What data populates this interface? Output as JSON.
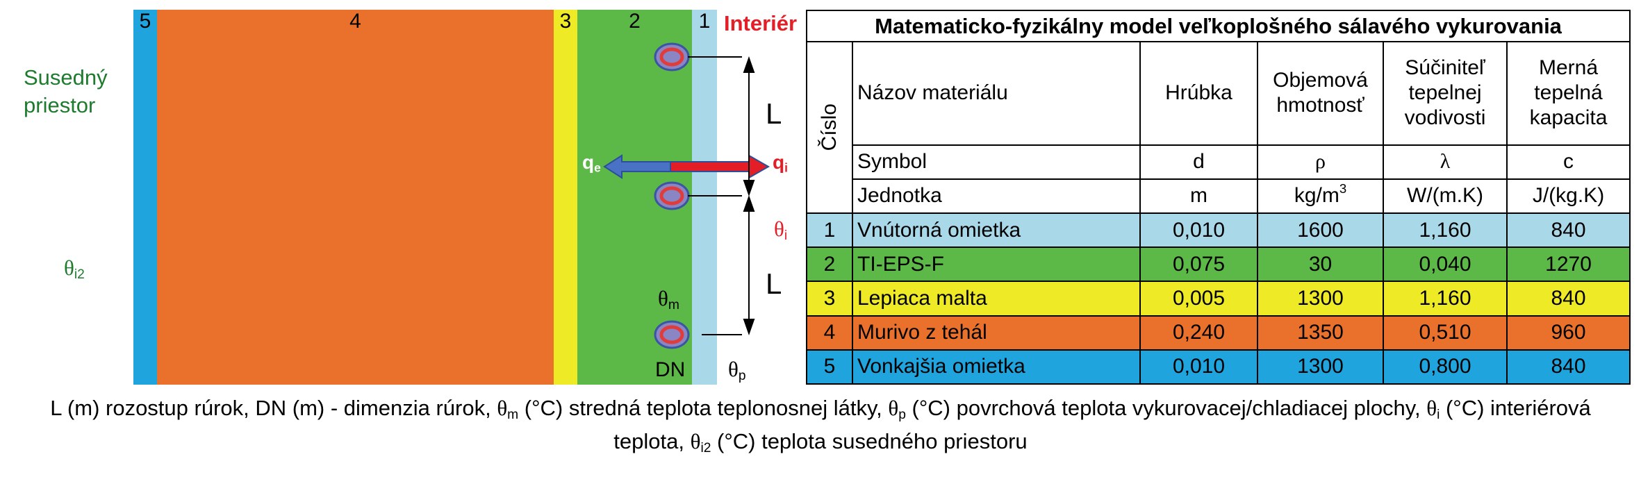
{
  "layers": [
    {
      "num": "5",
      "color": "#1fa4dd"
    },
    {
      "num": "4",
      "color": "#e9712c"
    },
    {
      "num": "3",
      "color": "#eeea26"
    },
    {
      "num": "2",
      "color": "#5cb847"
    },
    {
      "num": "1",
      "color": "#a9d9e9"
    }
  ],
  "labels": {
    "interior": "Interiér",
    "neighbor_line1": "Susedný",
    "neighbor_line2": "priestor",
    "theta_i2": "θ",
    "theta_i2_sub": "i2",
    "q_e": "q",
    "q_e_sub": "e",
    "q_i": "q",
    "q_i_sub": "i",
    "theta_i": "θ",
    "theta_i_sub": "i",
    "theta_m": "θ",
    "theta_m_sub": "m",
    "theta_p": "θ",
    "theta_p_sub": "p",
    "dn": "DN",
    "spacing_upper": "L",
    "spacing_lower": "L"
  },
  "table": {
    "title": "Matematicko-fyzikálny model veľkoplošného sálavého vykurovania",
    "col_cislo": "Číslo",
    "col_name": "Názov materiálu",
    "col_d": "Hrúbka",
    "col_rho": [
      "Objemová",
      "hmotnosť"
    ],
    "col_lambda": [
      "Súčiniteľ",
      "tepelnej",
      "vodivosti"
    ],
    "col_c": [
      "Merná",
      "tepelná",
      "kapacita"
    ],
    "symbol_label": "Symbol",
    "symbols": [
      "d",
      "ρ",
      "λ",
      "c"
    ],
    "unit_label": "Jednotka",
    "units": [
      "m",
      "kg/m",
      "W/(m.K)",
      "J/(kg.K)"
    ],
    "unit_rho_sup": "3",
    "rows": [
      {
        "num": "1",
        "name": "Vnútorná omietka",
        "d": "0,010",
        "rho": "1600",
        "lambda": "1,160",
        "c": "840",
        "color": "#a9d9e9"
      },
      {
        "num": "2",
        "name": "TI-EPS-F",
        "d": "0,075",
        "rho": "30",
        "lambda": "0,040",
        "c": "1270",
        "color": "#5cb847"
      },
      {
        "num": "3",
        "name": "Lepiaca malta",
        "d": "0,005",
        "rho": "1300",
        "lambda": "1,160",
        "c": "840",
        "color": "#eeea26"
      },
      {
        "num": "4",
        "name": "Murivo z tehál",
        "d": "0,240",
        "rho": "1350",
        "lambda": "0,510",
        "c": "960",
        "color": "#e9712c"
      },
      {
        "num": "5",
        "name": "Vonkajšia omietka",
        "d": "0,010",
        "rho": "1300",
        "lambda": "0,800",
        "c": "840",
        "color": "#1fa4dd"
      }
    ]
  },
  "caption": {
    "p1": "L (m) rozostup rúrok, DN (m) - dimenzia rúrok, ",
    "t_m": "θ",
    "t_m_sub": "m",
    "p2": " (°C) stredná teplota teplonosnej látky, ",
    "t_p": "θ",
    "t_p_sub": "p",
    "p3": " (°C) povrchová teplota vykurovacej/chladiacej plochy, ",
    "t_i": "θ",
    "t_i_sub": "i",
    "p4": " (°C) interiérová",
    "p5": "teplota, ",
    "t_i2": "θ",
    "t_i2_sub": "i2",
    "p6": " (°C) teplota susedného priestoru"
  }
}
